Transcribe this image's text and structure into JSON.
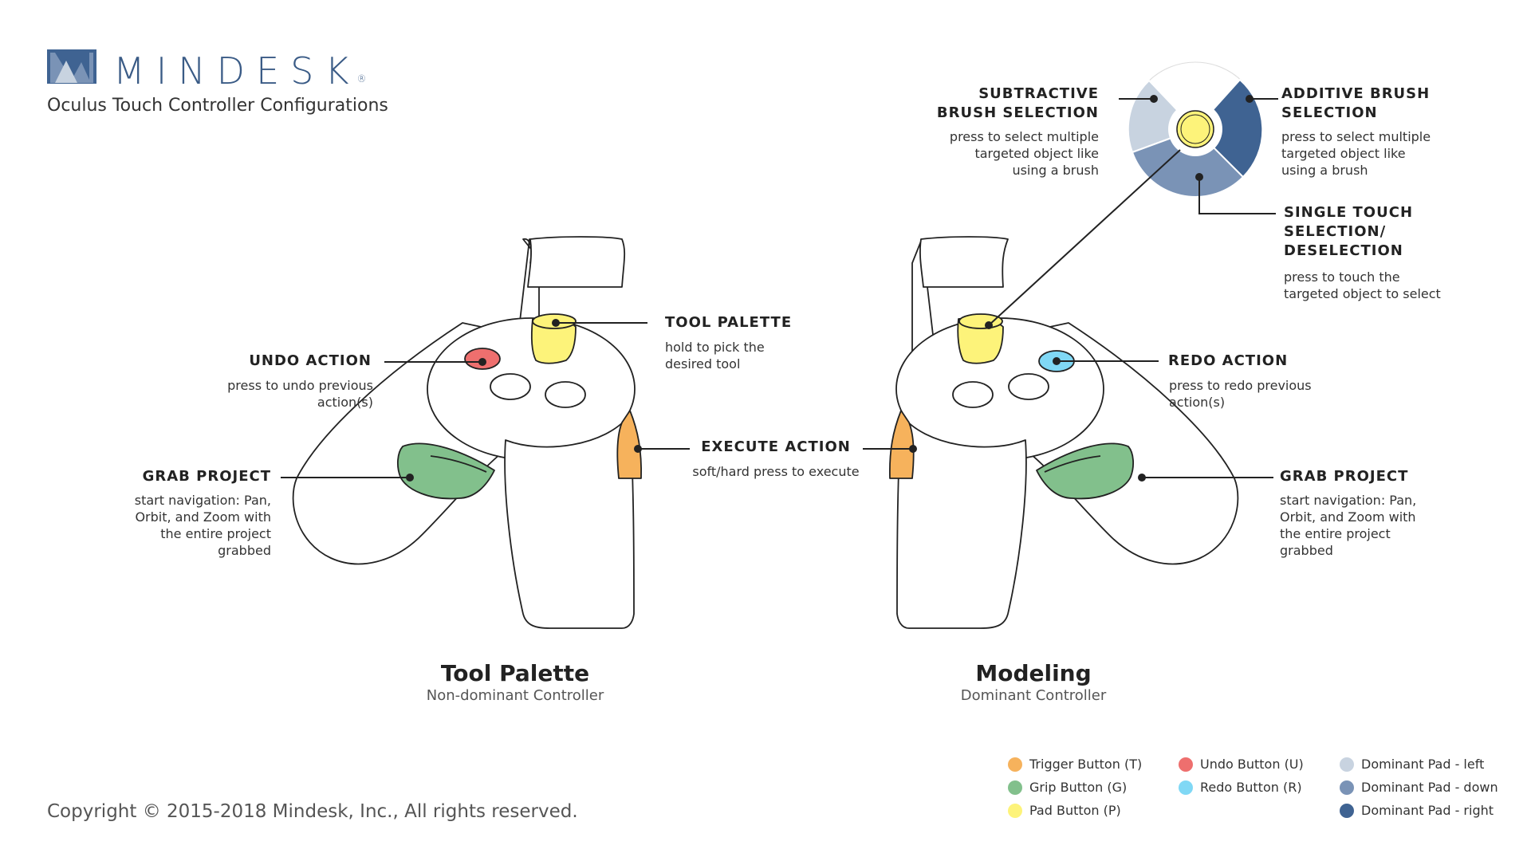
{
  "header": {
    "brand": "MINDESK",
    "brand_reg": "®",
    "subtitle": "Oculus Touch Controller Configurations"
  },
  "colors": {
    "trigger": "#f6b25c",
    "grip": "#82c08c",
    "pad": "#fdf37a",
    "undo": "#ee6f6e",
    "redo": "#80d8f5",
    "pad_left": "#c8d3e0",
    "pad_down": "#7a93b6",
    "pad_right": "#3f6392",
    "brand": "#3a5b86"
  },
  "left_controller": {
    "title": "Tool Palette",
    "subtitle": "Non-dominant Controller",
    "tool_palette": {
      "title": "TOOL PALETTE",
      "desc": [
        "hold to pick the",
        "desired tool"
      ]
    },
    "undo": {
      "title": "UNDO ACTION",
      "desc": [
        "press to undo previous",
        "action(s)"
      ]
    },
    "grab": {
      "title": "GRAB PROJECT",
      "desc": [
        "start navigation: Pan,",
        "Orbit, and Zoom with",
        "the entire project",
        "grabbed"
      ]
    }
  },
  "execute": {
    "title": "EXECUTE ACTION",
    "desc": "soft/hard press to execute"
  },
  "right_controller": {
    "title": "Modeling",
    "subtitle": "Dominant Controller",
    "redo": {
      "title": "REDO ACTION",
      "desc": [
        "press to redo previous",
        "action(s)"
      ]
    },
    "grab": {
      "title": "GRAB PROJECT",
      "desc": [
        "start navigation: Pan,",
        "Orbit, and Zoom with",
        "the entire project",
        "grabbed"
      ]
    },
    "subtractive": {
      "title": [
        "SUBTRACTIVE",
        "BRUSH SELECTION"
      ],
      "desc": [
        "press to select multiple",
        "targeted object like",
        "using a brush"
      ]
    },
    "additive": {
      "title": [
        "ADDITIVE BRUSH",
        "SELECTION"
      ],
      "desc": [
        "press to select multiple",
        "targeted object like",
        "using a brush"
      ]
    },
    "single": {
      "title": [
        "SINGLE TOUCH",
        "SELECTION/",
        "DESELECTION"
      ],
      "desc": [
        "press to touch the",
        "targeted object to select"
      ]
    }
  },
  "legend": [
    {
      "label": "Trigger Button (T)",
      "color": "#f6b25c"
    },
    {
      "label": "Grip Button (G)",
      "color": "#82c08c"
    },
    {
      "label": "Pad Button (P)",
      "color": "#fdf37a"
    },
    {
      "label": "Undo Button (U)",
      "color": "#ee6f6e"
    },
    {
      "label": "Redo Button (R)",
      "color": "#80d8f5"
    },
    {
      "label": "Dominant Pad - left",
      "color": "#c8d3e0"
    },
    {
      "label": "Dominant Pad - down",
      "color": "#7a93b6"
    },
    {
      "label": "Dominant Pad - right",
      "color": "#3f6392"
    }
  ],
  "footer": {
    "copyright": "Copyright © 2015-2018 Mindesk, Inc., All rights reserved."
  }
}
